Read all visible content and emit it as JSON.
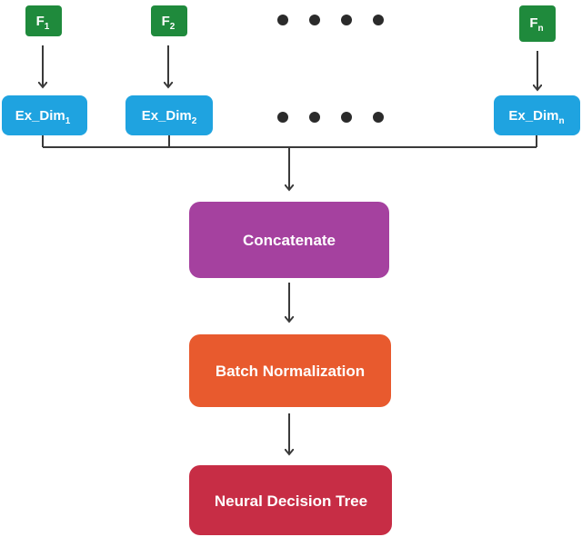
{
  "inputs": [
    {
      "base": "F",
      "sub": "1"
    },
    {
      "base": "F",
      "sub": "2"
    },
    {
      "base": "F",
      "sub": "n"
    }
  ],
  "extractors": [
    {
      "base": "Ex_Dim",
      "sub": "1"
    },
    {
      "base": "Ex_Dim",
      "sub": "2"
    },
    {
      "base": "Ex_Dim",
      "sub": "n"
    }
  ],
  "steps": [
    {
      "label": "Concatenate",
      "color": "#a5419f"
    },
    {
      "label": "Batch Normalization",
      "color": "#e85a2e"
    },
    {
      "label": "Neural Decision Tree",
      "color": "#c72d45"
    }
  ],
  "colors": {
    "input_box": "#1f8a3c",
    "extractor_box": "#1fa3e0",
    "arrow": "#3a3a3a",
    "dots": "#2b2b2b"
  }
}
